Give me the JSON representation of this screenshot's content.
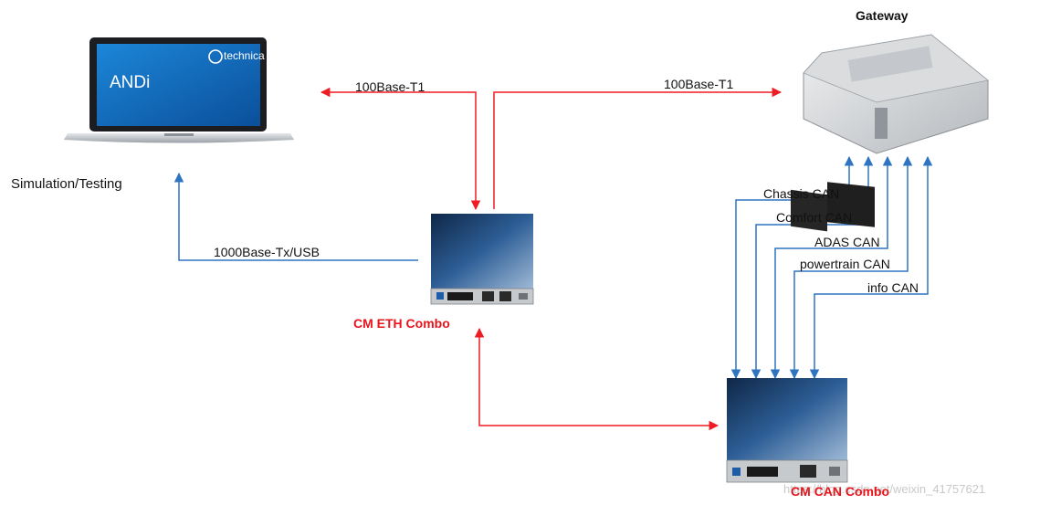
{
  "nodes": {
    "gateway": {
      "label": "Gateway"
    },
    "pc": {
      "label": "Simulation/Testing",
      "screen_brand": "technica",
      "screen_app": "ANDi"
    },
    "eth_combo": {
      "label": "CM ETH Combo"
    },
    "can_combo": {
      "label": "CM CAN Combo"
    }
  },
  "links": {
    "eth_to_pc": "100Base-T1",
    "eth_to_gateway": "100Base-T1",
    "eth_to_pc_usb": "1000Base-Tx/USB",
    "can_buses": [
      "Chassis CAN",
      "Comfort CAN",
      "ADAS CAN",
      "powertrain CAN",
      "info CAN"
    ]
  },
  "watermark": "https://blog.csdn.net/weixin_41757621",
  "colors": {
    "ethernet": "#ee1c24",
    "usb": "#2f74c0",
    "can": "#2f74c0",
    "device_label": "#e8141c"
  }
}
